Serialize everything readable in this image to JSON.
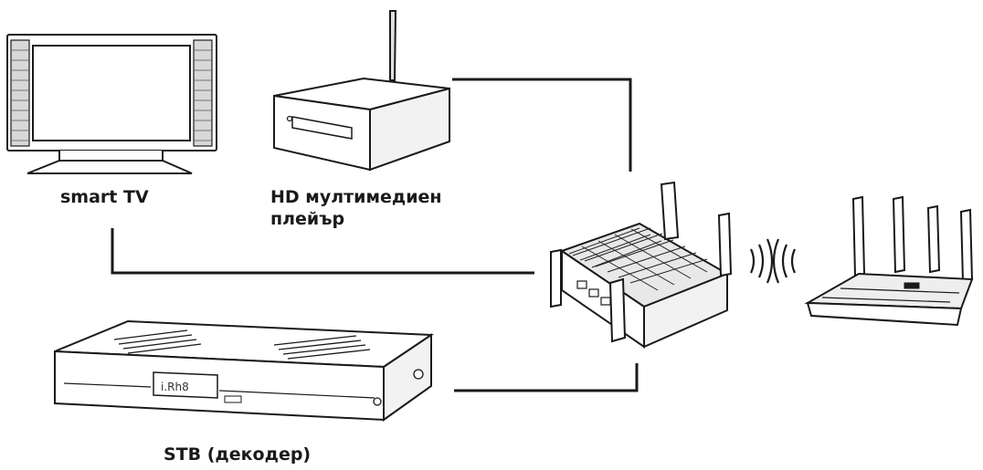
{
  "labels": {
    "smart_tv": "smart TV",
    "hd_player_line1": "HD мултимедиен",
    "hd_player_line2": "плейър",
    "stb": "STB (декодер)",
    "stb_display": "i.Rh8"
  },
  "colors": {
    "line": "#1a1a1a",
    "fill": "#ffffff",
    "shade": "#cfcfcf"
  }
}
